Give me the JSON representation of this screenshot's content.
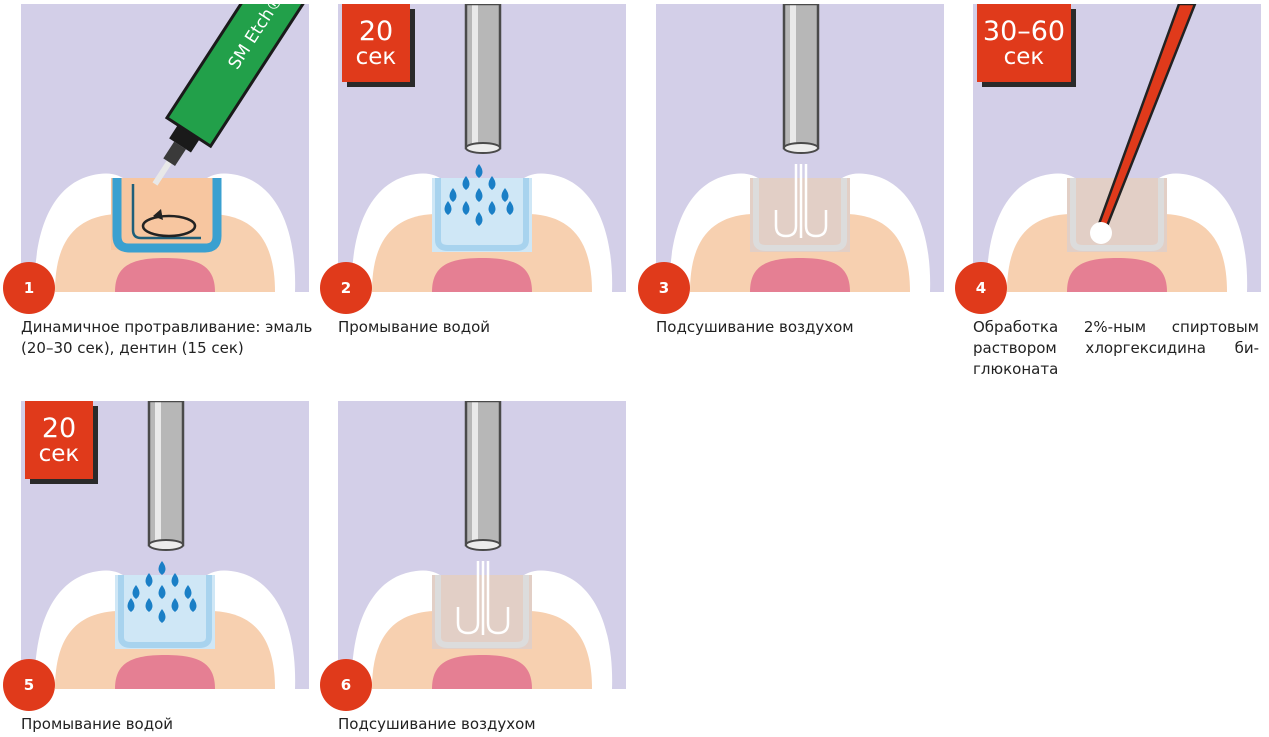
{
  "steps": [
    {
      "number": "1",
      "caption": "Динамичное протравливание: эмаль (20–30 сек), дентин (15 сек)",
      "tool": "applicator",
      "tool_label": "SM Etch®"
    },
    {
      "number": "2",
      "caption": "Промывание водой",
      "tool": "water",
      "timer": {
        "value": "20",
        "unit": "сек"
      }
    },
    {
      "number": "3",
      "caption": "Подсушивание воздухом",
      "tool": "air"
    },
    {
      "number": "4",
      "caption": "Обработка 2%-ным спиртовым раствором хлоргексидина би-глюконата",
      "tool": "brush",
      "timer": {
        "value": "30–60",
        "unit": "сек"
      }
    },
    {
      "number": "5",
      "caption": "Промывание водой",
      "tool": "water",
      "timer": {
        "value": "20",
        "unit": "сек"
      }
    },
    {
      "number": "6",
      "caption": "Подсушивание воздухом",
      "tool": "air"
    }
  ],
  "colors": {
    "background": "#d3cfe8",
    "accent": "#e03a1b",
    "tooth_enamel": "#ffffff",
    "dentin": "#f7d0b0",
    "pulp": "#e57f93",
    "etch_gel": "#3aa0d0",
    "water_drop": "#1a7fc6",
    "applicator": "#22a04a"
  }
}
